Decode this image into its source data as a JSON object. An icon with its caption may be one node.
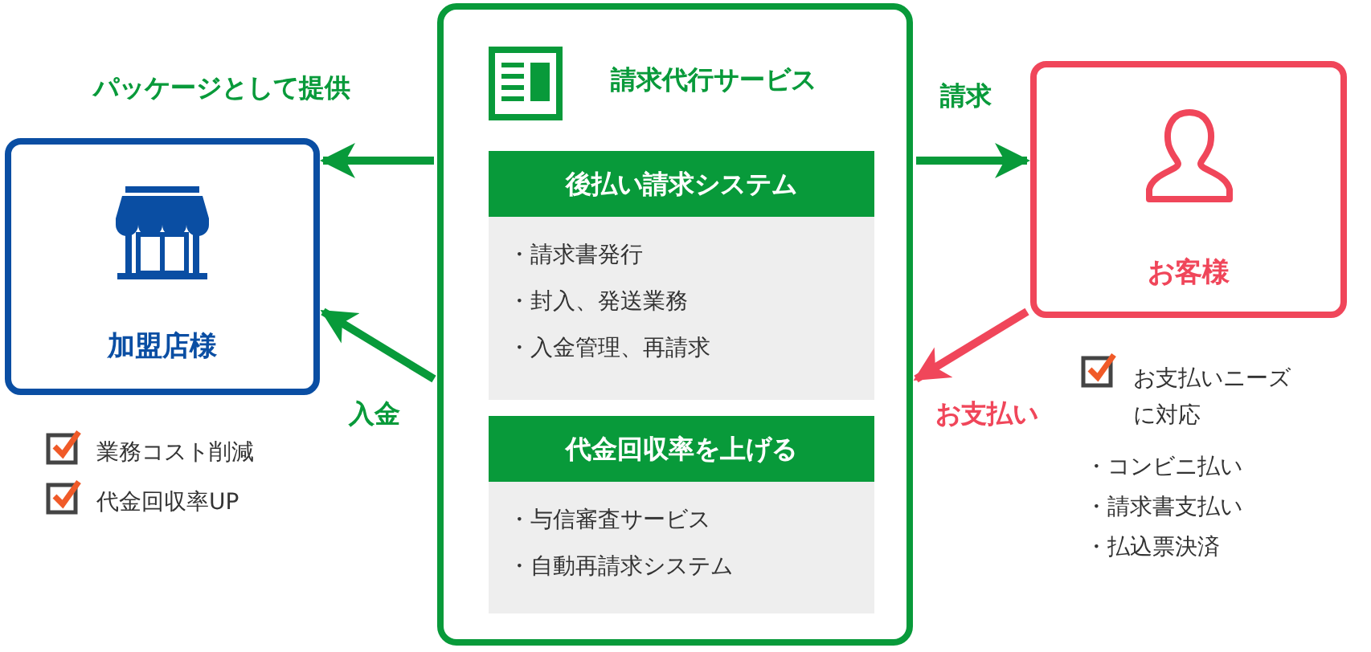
{
  "diagram": {
    "nodes": [
      {
        "text": [
          "請求代行サービス"
        ]
      },
      {
        "text": [
          "後払い請求システム",
          "・請求書発行",
          "・封入、発送業務",
          "・入金管理、再請求"
        ],
        "in": 0
      },
      {
        "text": [
          "代金回収率を上げる",
          "・与信審査サービス",
          "・自動再請求システム"
        ],
        "in": 0
      },
      {
        "text": [
          "加盟店様"
        ]
      },
      {
        "text": [
          "お客様"
        ]
      }
    ],
    "edges": [
      {
        "from": 0,
        "to": 3,
        "arrow": "to",
        "label": "パッケージとして提供"
      },
      {
        "from": 0,
        "to": 3,
        "arrow": "to",
        "label": "入金"
      },
      {
        "from": 0,
        "to": 4,
        "arrow": "to",
        "label": "請求"
      },
      {
        "from": 4,
        "to": 0,
        "arrow": "to",
        "label": "お支払い",
        "color": "#f0465a"
      }
    ],
    "labels": [
      "業務コスト削減",
      "代金回収率UP",
      "お支払いニーズに対応",
      "・コンビニ払い",
      "・請求書支払い",
      "・払込票決済"
    ]
  }
}
